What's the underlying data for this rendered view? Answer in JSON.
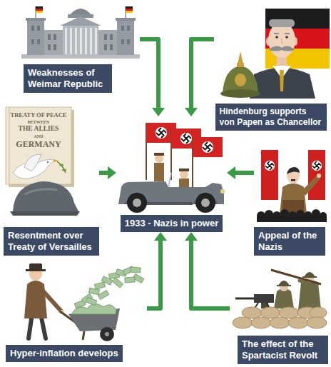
{
  "diagram": {
    "nodes": [
      {
        "text": [
          "Weaknesses of Weimar Republic"
        ]
      },
      {
        "text": [
          "Hindenburg supports von Papen as Chancellor"
        ]
      },
      {
        "text": [
          "Resentment over Treaty of Versailles"
        ]
      },
      {
        "text": [
          "1933 - Nazis in power"
        ]
      },
      {
        "text": [
          "Appeal of the Nazis"
        ]
      },
      {
        "text": [
          "Hyper-inflation develops"
        ]
      },
      {
        "text": [
          "The effect of the Spartacist Revolt"
        ]
      }
    ],
    "edges": [
      {
        "from": 0,
        "to": 3,
        "arrow": "to"
      },
      {
        "from": 1,
        "to": 3,
        "arrow": "to"
      },
      {
        "from": 2,
        "to": 3,
        "arrow": "to"
      },
      {
        "from": 4,
        "to": 3,
        "arrow": "to"
      },
      {
        "from": 5,
        "to": 3,
        "arrow": "to"
      },
      {
        "from": 6,
        "to": 3,
        "arrow": "to"
      }
    ],
    "labels": [
      "TREATY OF PEACE",
      "BETWEEN",
      "THE ALLIES",
      "AND",
      "GERMANY"
    ]
  }
}
